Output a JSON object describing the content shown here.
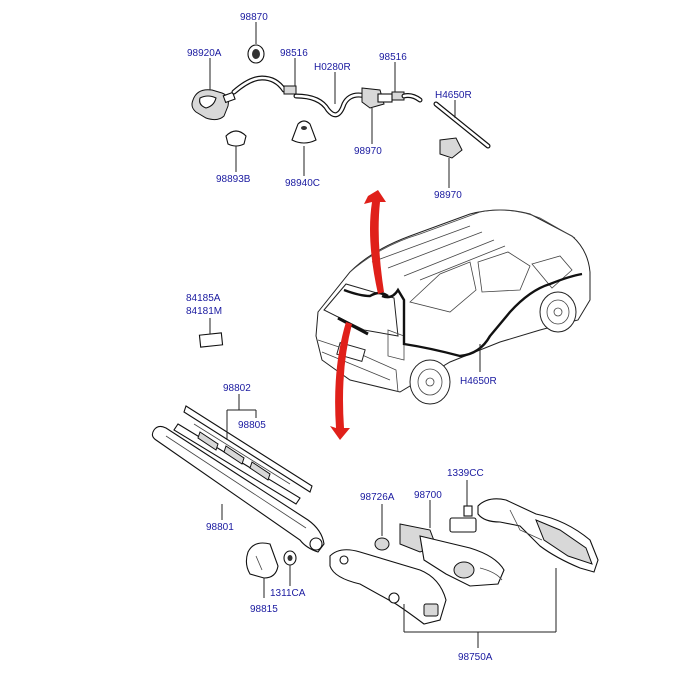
{
  "labels": {
    "p98870": "98870",
    "p98920A": "98920A",
    "p98516_a": "98516",
    "p98516_b": "98516",
    "pH0280R": "H0280R",
    "pH4650R_top": "H4650R",
    "p98970_a": "98970",
    "p98970_b": "98970",
    "p98893B": "98893B",
    "p98940C": "98940C",
    "p84185A": "84185A",
    "p84181M": "84181M",
    "pH4650R_car": "H4650R",
    "p98802": "98802",
    "p98805": "98805",
    "p98801": "98801",
    "p98726A": "98726A",
    "p98700": "98700",
    "p1339CC": "1339CC",
    "p98815": "98815",
    "p1311CA": "1311CA",
    "p98750A": "98750A"
  },
  "colors": {
    "label": "#1a1aa0",
    "arrow": "#e0201a",
    "line": "#222222"
  }
}
